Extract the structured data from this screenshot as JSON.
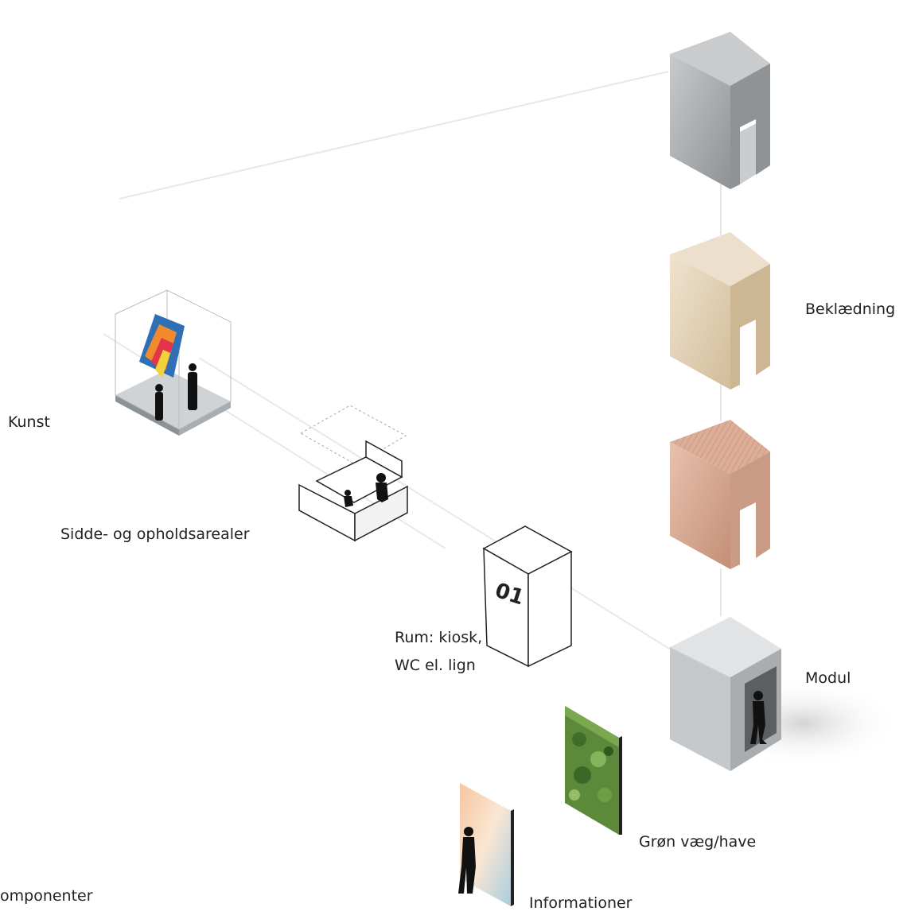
{
  "labels": {
    "beklaedning": "Beklædning",
    "kunst": "Kunst",
    "sidde": "Sidde- og opholdsarealer",
    "rum_line1": "Rum: kiosk,",
    "rum_line2": "WC el. lign",
    "modul": "Modul",
    "gron": "Grøn væg/have",
    "informationer": "Informationer",
    "komponenter": "omponenter",
    "box_number": "01"
  },
  "colors": {
    "concrete": "#9a9ea1",
    "wood_light": "#e2d1b6",
    "wood_terracotta": "#d8a891",
    "module_grey": "#c4c8cb",
    "green_wall": "#5c8a3a",
    "info_panel": "#f2c9a8",
    "person": "#111111",
    "guide_line": "#e6e6e6"
  }
}
